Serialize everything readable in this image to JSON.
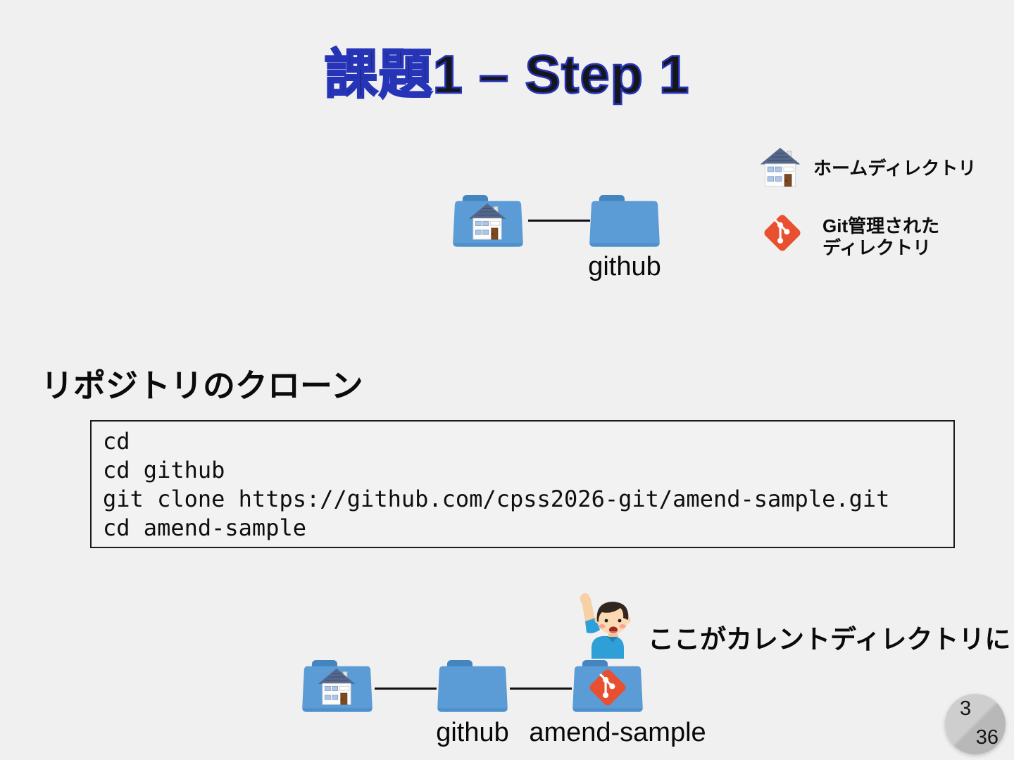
{
  "slide": {
    "title": "課題1 – Step 1",
    "section_heading": "リポジトリのクローン",
    "page": {
      "current": "3",
      "total": "36"
    }
  },
  "legend": {
    "items": [
      {
        "icon": "house-icon",
        "lines": [
          "ホームディレクトリ"
        ]
      },
      {
        "icon": "git-icon",
        "lines": [
          "Git管理された",
          "ディレクトリ"
        ]
      }
    ]
  },
  "top_diagram": {
    "folders": [
      {
        "icon": "house-icon",
        "label": ""
      },
      {
        "icon": "none",
        "label": "github"
      }
    ]
  },
  "code_block": {
    "lines": [
      "cd",
      "cd github",
      "git clone https://github.com/cpss2026-git/amend-sample.git",
      "cd amend-sample"
    ]
  },
  "bottom_diagram": {
    "folders": [
      {
        "icon": "house-icon",
        "label": ""
      },
      {
        "icon": "none",
        "label": "github"
      },
      {
        "icon": "git-icon",
        "label": "amend-sample"
      }
    ],
    "callout": "ここがカレントディレクトリに",
    "person": "boy-raising-hand"
  },
  "colors": {
    "background": "#f0f0f0",
    "folder_body": "#5b9cd6",
    "folder_tab": "#4484bf",
    "git_red": "#e8502f",
    "title_fill": "#15151d",
    "title_stroke": "#2634b8",
    "badge_gray_light": "#cecece",
    "badge_gray_dark": "#b8b8b8"
  }
}
